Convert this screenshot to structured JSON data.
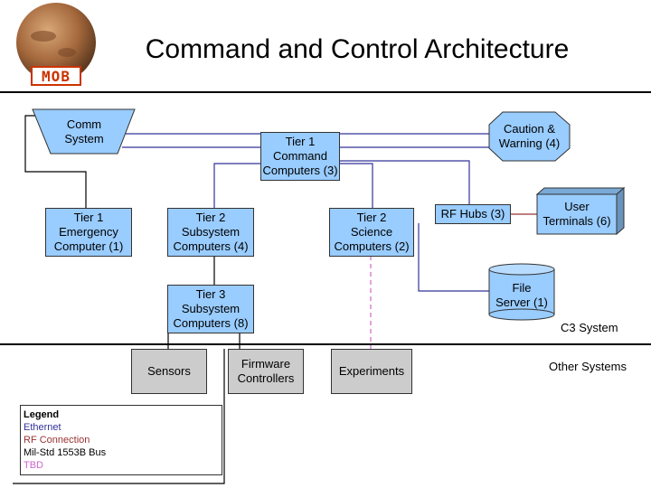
{
  "title": "Command and Control Architecture",
  "logo": {
    "text": "MOB"
  },
  "nodes": {
    "comm_system": "Comm\nSystem",
    "tier1_command": "Tier 1\nCommand\nComputers (3)",
    "caution_warning": "Caution &\nWarning (4)",
    "tier1_emergency": "Tier 1\nEmergency\nComputer (1)",
    "tier2_subsystem": "Tier 2\nSubsystem\nComputers (4)",
    "tier2_science": "Tier 2\nScience\nComputers (2)",
    "rf_hubs": "RF Hubs (3)",
    "user_terminals": "User\nTerminals (6)",
    "file_server": "File\nServer (1)",
    "tier3_subsystem": "Tier 3\nSubsystem\nComputers (8)",
    "sensors": "Sensors",
    "firmware": "Firmware\nControllers",
    "experiments": "Experiments"
  },
  "labels": {
    "c3_system": "C3 System",
    "other_systems": "Other Systems"
  },
  "legend": {
    "heading": "Legend",
    "items": [
      {
        "label": "Ethernet",
        "color": "#333399"
      },
      {
        "label": "RF Connection",
        "color": "#993333"
      },
      {
        "label": "Mil-Std 1553B Bus",
        "color": "#000000"
      },
      {
        "label": "TBD",
        "color": "#cc66cc"
      }
    ]
  },
  "colors": {
    "node_blue": "#99ccff",
    "node_gray": "#cccccc",
    "ethernet": "#333399",
    "rf": "#993333",
    "bus": "#000000",
    "tbd": "#cc66cc"
  }
}
